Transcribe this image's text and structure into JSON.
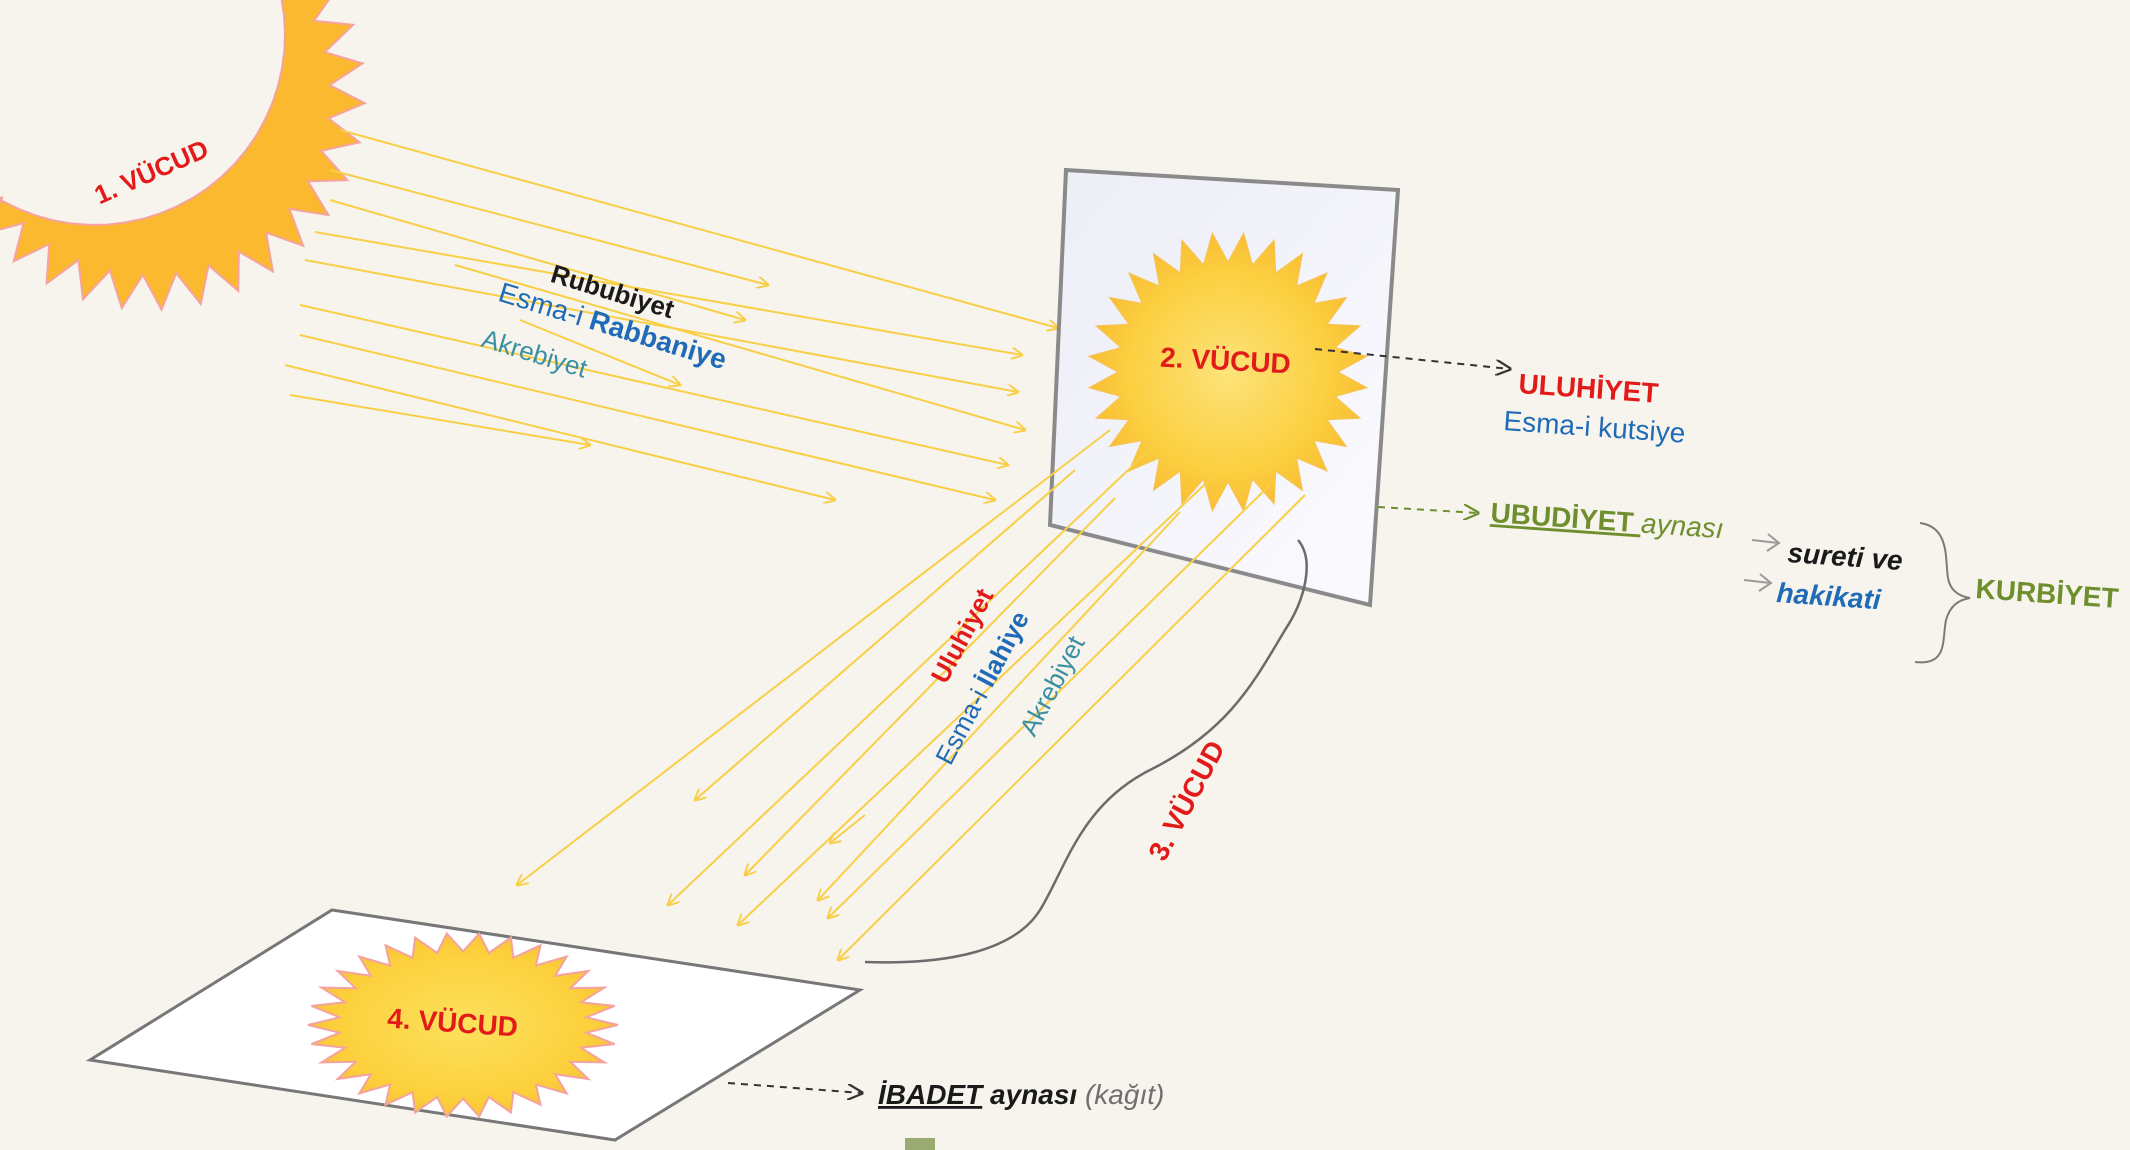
{
  "bodies": {
    "first": "1. VÜCUD",
    "second": "2.  VÜCUD",
    "third": "3.  VÜCUD",
    "fourth": "4.  VÜCUD"
  },
  "rays_top": {
    "rububiyet": "Rububiyet",
    "esma_prefix": "Esma-i ",
    "esma_bold": "Rabbaniye",
    "akrebiyet": "Akrebiyet"
  },
  "rays_bottom": {
    "uluhiyet": "Uluhiyet",
    "esma_prefix": "Esma-i ",
    "esma_bold": "İlahiye",
    "akrebiyet": "Akrebiyet"
  },
  "right": {
    "uluhiyet_title": "ULUHİYET",
    "uluhiyet_sub": "Esma-i kutsiye",
    "ubudiyet_title": "UBUDİYET ",
    "ubudiyet_suffix": "aynası",
    "sureti": "sureti ve",
    "hakikati": "hakikati",
    "kurbiyet": "KURBİYET"
  },
  "bottom": {
    "ibadet": "İBADET",
    "aynasi": " aynası ",
    "kagit": "(kağıt)"
  },
  "colors": {
    "background": "#f6f4ec",
    "red": "#e21a1a",
    "blue": "#1f6bb8",
    "teal": "#3a8fa3",
    "olive": "#6f8f2e",
    "ray": "#f8cf46",
    "sun_outer": "#f9b74a",
    "sun_inner": "#fbd24a"
  }
}
